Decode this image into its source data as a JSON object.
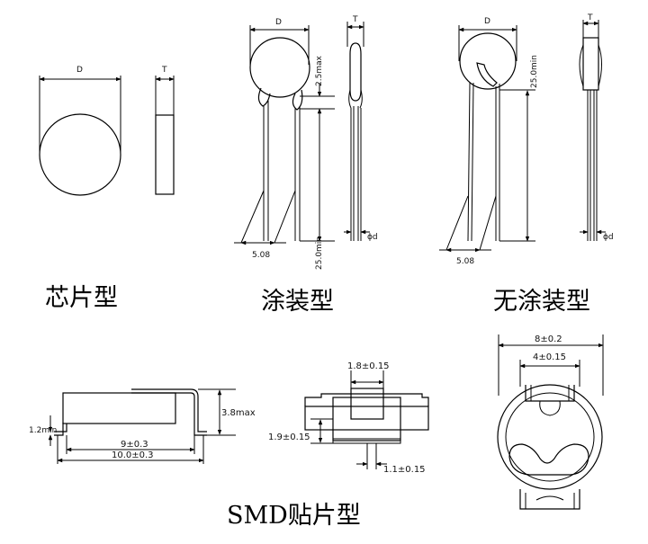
{
  "captions": {
    "chip": "芯片型",
    "coated": "涂装型",
    "uncoated": "无涂装型",
    "smd": "SMD贴片型"
  },
  "labels": {
    "d": "D",
    "t": "T",
    "max25": "2.5max",
    "min25": "25.0min",
    "pitch": "5.08",
    "phid": "ϕd",
    "smd_h": "3.8max",
    "smd_lead": "1.2min",
    "smd_9": "9±0.3",
    "smd_10": "10.0±0.3",
    "smd_18": "1.8±0.15",
    "smd_19": "1.9±0.15",
    "smd_11": "1.1±0.15",
    "smd_8": "8±0.2",
    "smd_4": "4±0.15"
  }
}
